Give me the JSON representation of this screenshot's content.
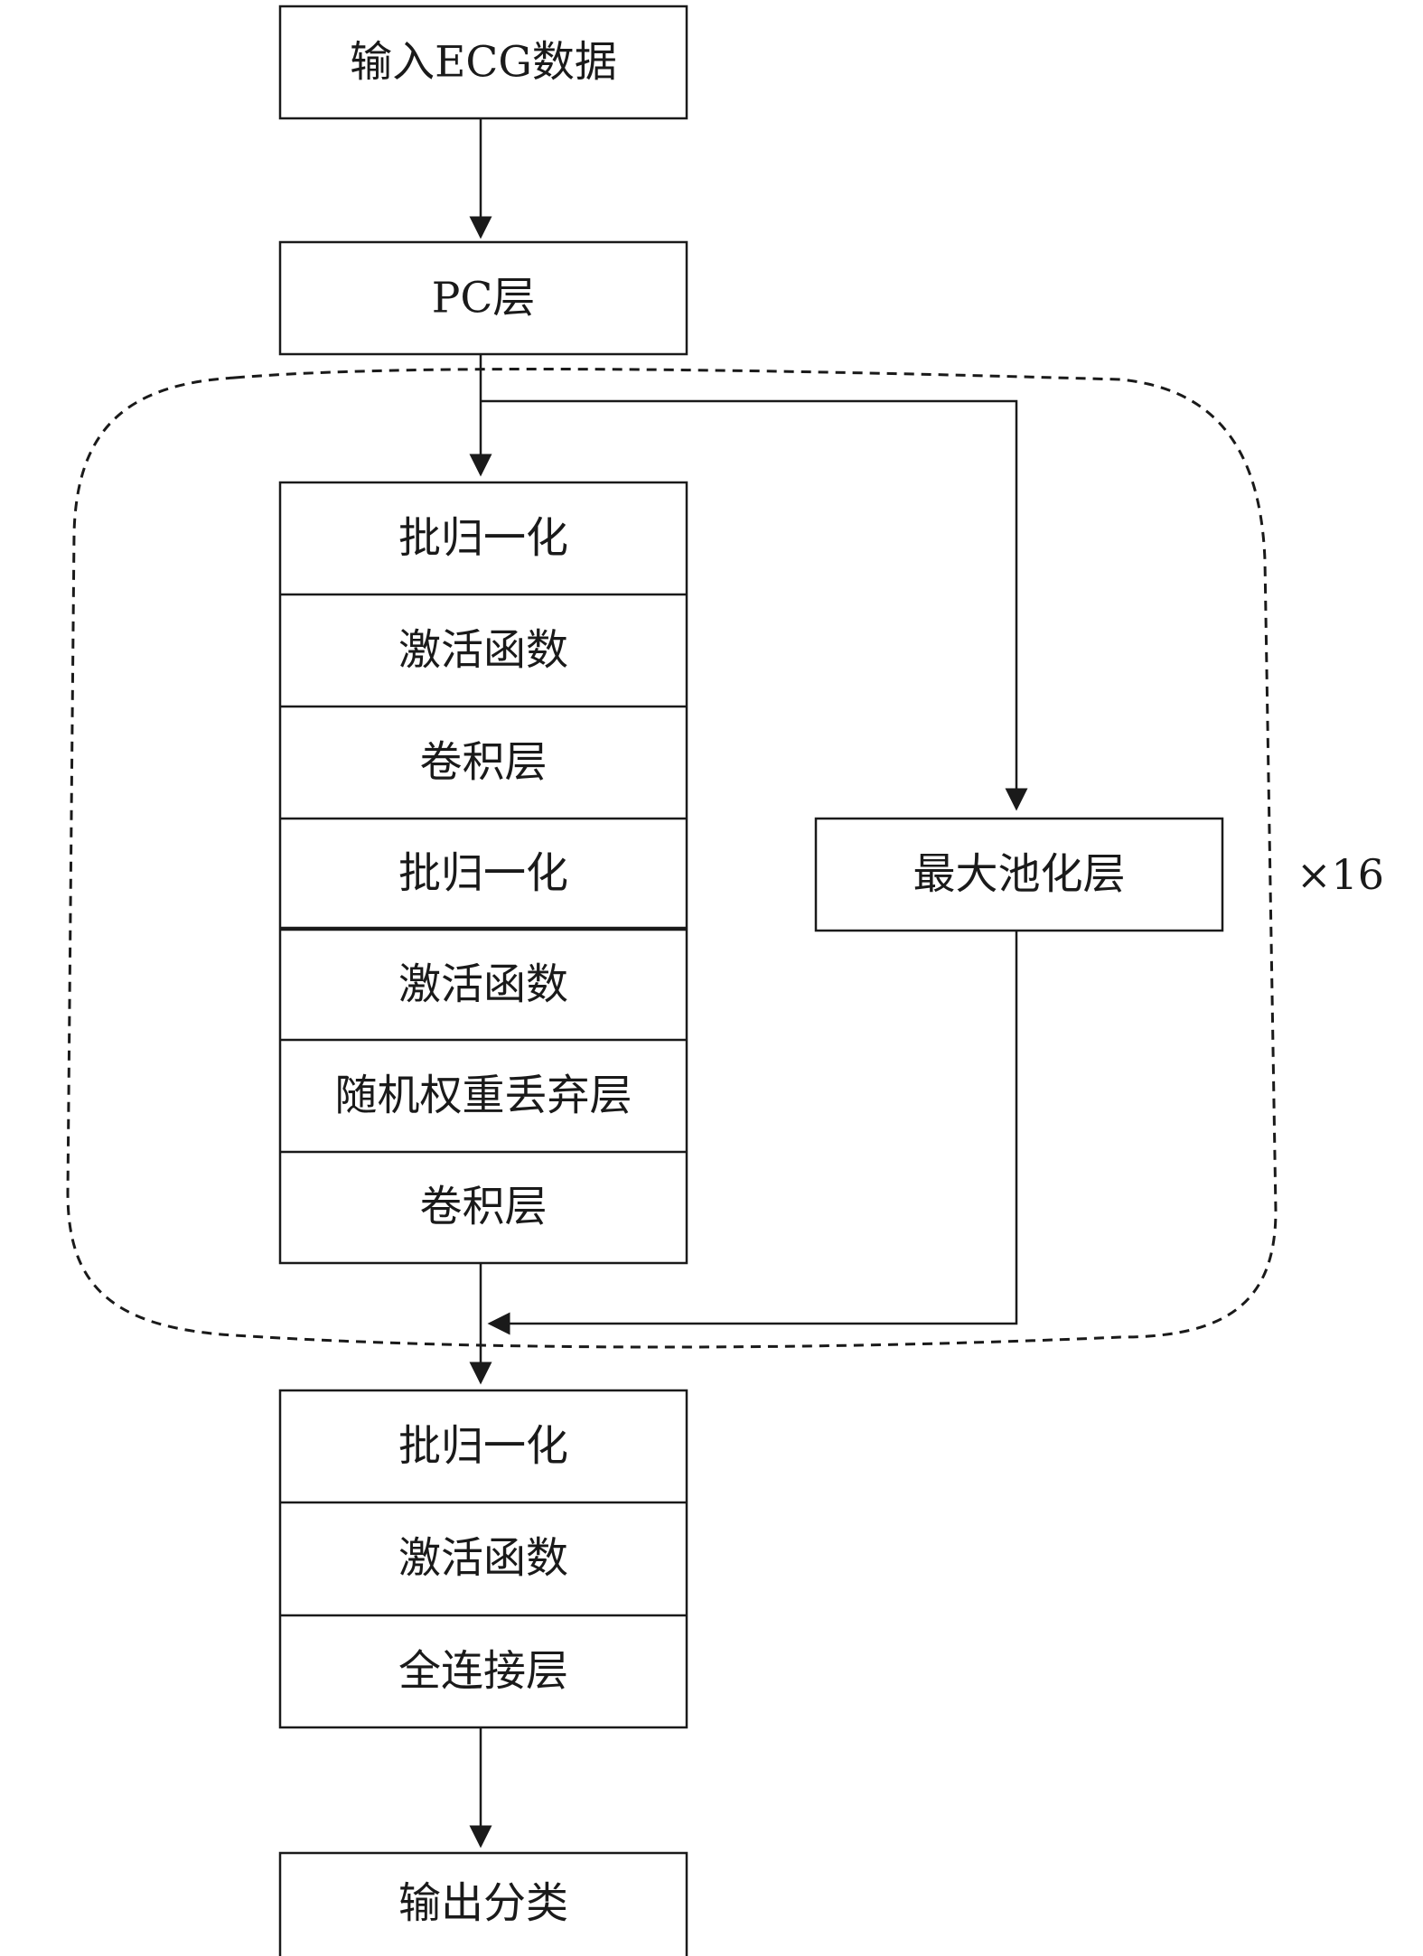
{
  "nodes": {
    "input": "输入ECG数据",
    "pc_layer": "PC层",
    "residual_block": [
      "批归一化",
      "激活函数",
      "卷积层",
      "批归一化",
      "激活函数",
      "随机权重丢弃层",
      "卷积层"
    ],
    "max_pool": "最大池化层",
    "head": [
      "批归一化",
      "激活函数",
      "全连接层"
    ],
    "output": "输出分类"
  },
  "repeat_label": "×16"
}
